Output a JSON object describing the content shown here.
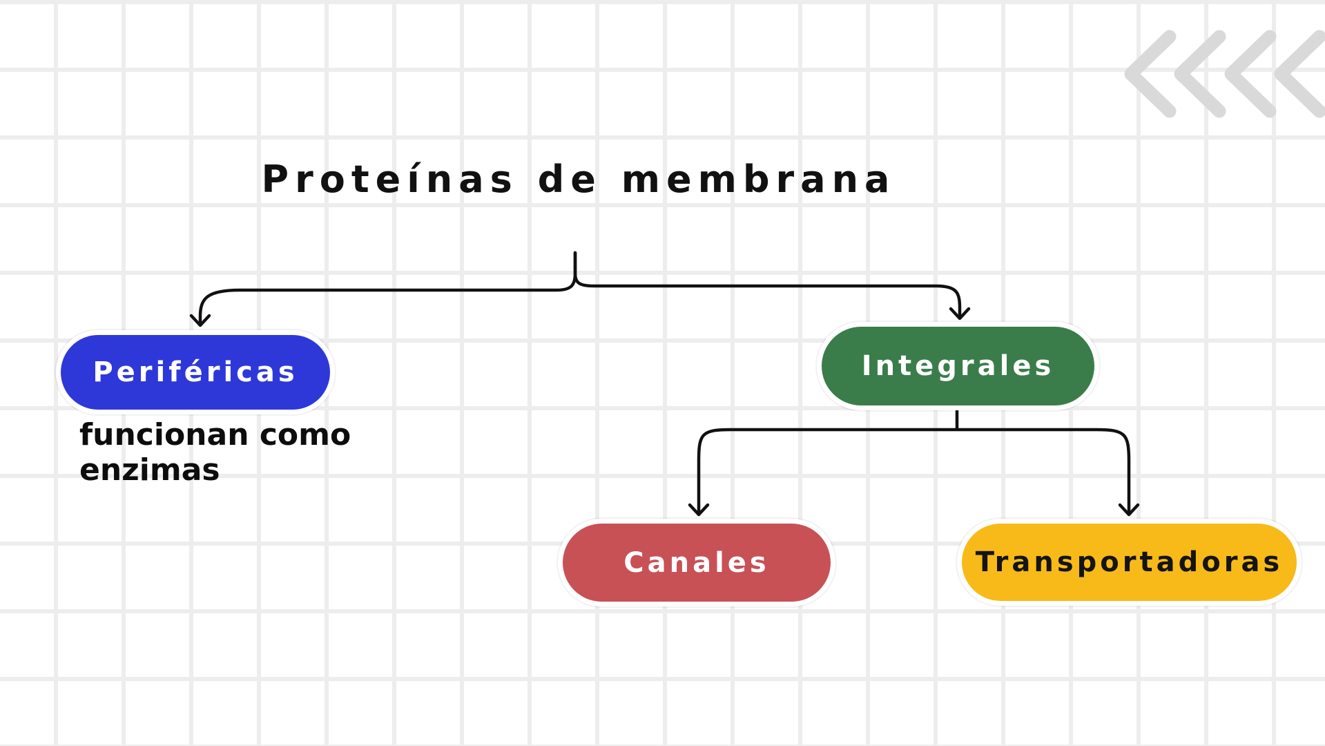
{
  "title": "Proteínas de membrana",
  "canvas": {
    "background_color": "#ffffff",
    "grid_line_color": "#ededed"
  },
  "connector_color": "#111111",
  "decorations": {
    "chevrons_left_count": 4,
    "chevrons_color": "#d9d9d9"
  },
  "nodes": {
    "perifericas": {
      "label": "Periféricas",
      "fill": "#2e38d9",
      "text_color": "#ffffff",
      "note": "funcionan como enzimas"
    },
    "integrales": {
      "label": "Integrales",
      "fill": "#3a7d4a",
      "text_color": "#ffffff"
    },
    "canales": {
      "label": "Canales",
      "fill": "#c85156",
      "text_color": "#ffffff"
    },
    "transportadoras": {
      "label": "Transportadoras",
      "fill": "#f7ba19",
      "text_color": "#141414"
    }
  },
  "edges": [
    {
      "from": "Proteínas de membrana",
      "to": "Periféricas"
    },
    {
      "from": "Proteínas de membrana",
      "to": "Integrales"
    },
    {
      "from": "Integrales",
      "to": "Canales"
    },
    {
      "from": "Integrales",
      "to": "Transportadoras"
    }
  ]
}
